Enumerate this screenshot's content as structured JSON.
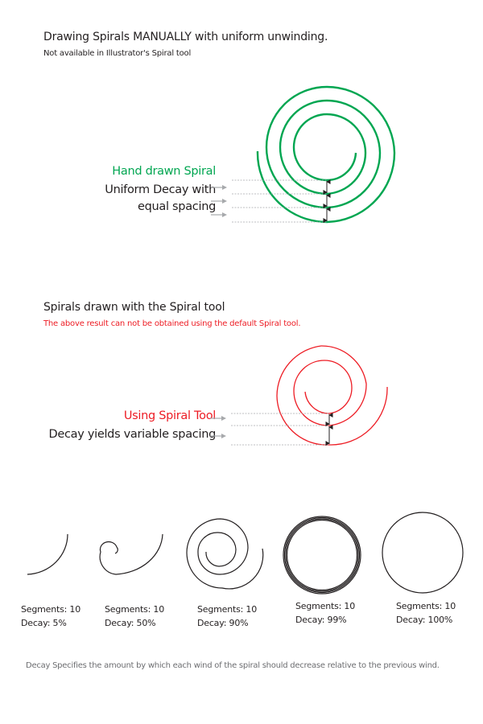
{
  "section1": {
    "title": "Drawing Spirals MANUALLY with uniform unwinding.",
    "subtitle": "Not available in Illustrator's Spiral tool",
    "label_heading": "Hand drawn Spiral",
    "label_line1": "Uniform Decay with",
    "label_line2": "equal spacing",
    "accent_color": "#00a651",
    "spacing": "uniform",
    "arrow_count": 3
  },
  "section2": {
    "title": "Spirals drawn with the Spiral tool",
    "subtitle": "The above result can not be obtained using the default Spiral tool.",
    "label_heading": "Using Spiral Tool",
    "label_line1": "Decay yields variable spacing",
    "accent_color": "#ed1c24",
    "spacing": "variable",
    "arrow_count": 2
  },
  "examples": [
    {
      "segments_label": "Segments: 10",
      "decay_label": "Decay: 5%"
    },
    {
      "segments_label": "Segments: 10",
      "decay_label": "Decay: 50%"
    },
    {
      "segments_label": "Segments: 10",
      "decay_label": "Decay: 90%"
    },
    {
      "segments_label": "Segments: 10",
      "decay_label": "Decay: 99%"
    },
    {
      "segments_label": "Segments: 10",
      "decay_label": "Decay: 100%"
    }
  ],
  "footer": {
    "note": "Decay Specifies the amount by which each wind of the spiral should decrease relative to the previous wind."
  },
  "colors": {
    "text": "#231f20",
    "green": "#00a651",
    "red": "#ed1c24",
    "arrow_gray": "#a7a9ac",
    "footer_gray": "#6d6e71"
  }
}
